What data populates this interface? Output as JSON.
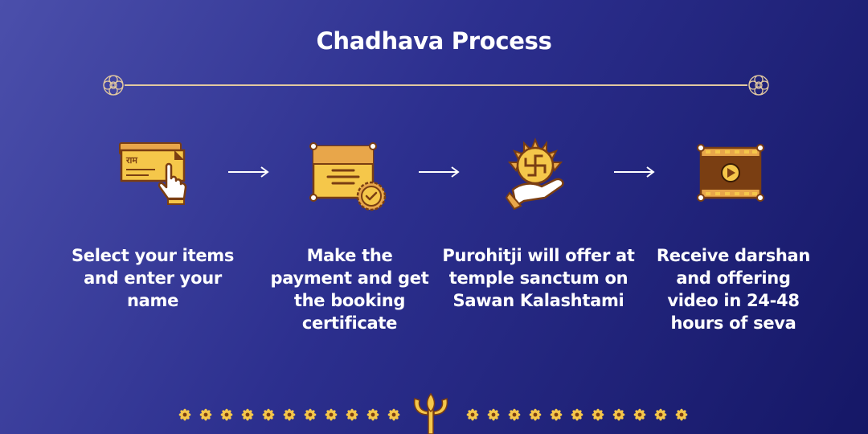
{
  "title": "Chadhava Process",
  "colors": {
    "gold": "#f5c74a",
    "brown": "#8a4d1c",
    "line": "#e2c9a0"
  },
  "steps": [
    {
      "icon": "cheque-hand-icon",
      "icon_text": "राम",
      "text": "Select your items and enter your name"
    },
    {
      "icon": "certificate-badge-icon",
      "text": "Make the payment and get the booking certificate"
    },
    {
      "icon": "swastika-offering-icon",
      "text": "Purohitji will offer at temple sanctum on Sawan Kalashtami"
    },
    {
      "icon": "video-play-icon",
      "text": "Receive darshan and offering video in 24-48 hours of seva"
    }
  ],
  "footer": {
    "left_flowers": 11,
    "right_flowers": 11,
    "center_icon": "trishul-icon"
  }
}
